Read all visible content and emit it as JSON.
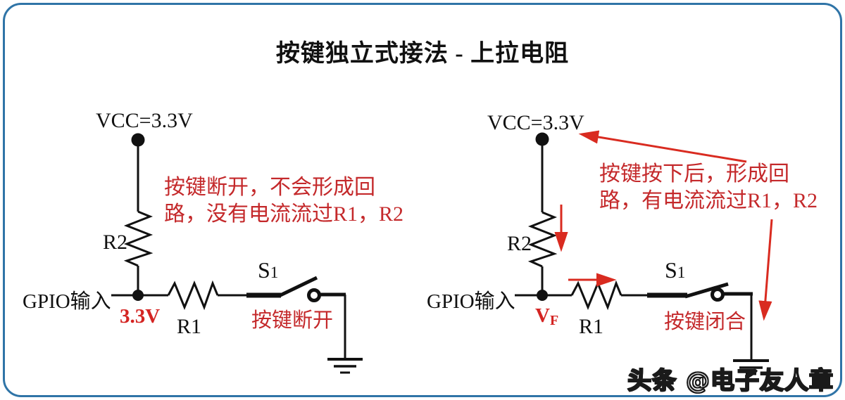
{
  "title": "按键独立式接法 - 上拉电阻",
  "watermark": "头条 @电子友人章",
  "colors": {
    "border": "#2f74a7",
    "wire": "#111111",
    "red_text": "#c4292b",
    "red_arrow": "#d92b20"
  },
  "left_circuit": {
    "vcc_label": "VCC=3.3V",
    "r2_label": "R2",
    "gpio_label": "GPIO输入",
    "node_voltage": "3.3V",
    "r1_label": "R1",
    "switch_label_main": "S",
    "switch_label_sub": "1",
    "switch_state": "按键断开",
    "annotation_line1": "按键断开，不会形成回",
    "annotation_line2": "路，没有电流流过R1，R2"
  },
  "right_circuit": {
    "vcc_label": "VCC=3.3V",
    "r2_label": "R2",
    "gpio_label": "GPIO输入",
    "node_voltage_main": "V",
    "node_voltage_sub": "F",
    "r1_label": "R1",
    "switch_label_main": "S",
    "switch_label_sub": "1",
    "switch_state": "按键闭合",
    "annotation_line1": "按键按下后，形成回",
    "annotation_line2": "路，有电流流过R1，R2"
  }
}
